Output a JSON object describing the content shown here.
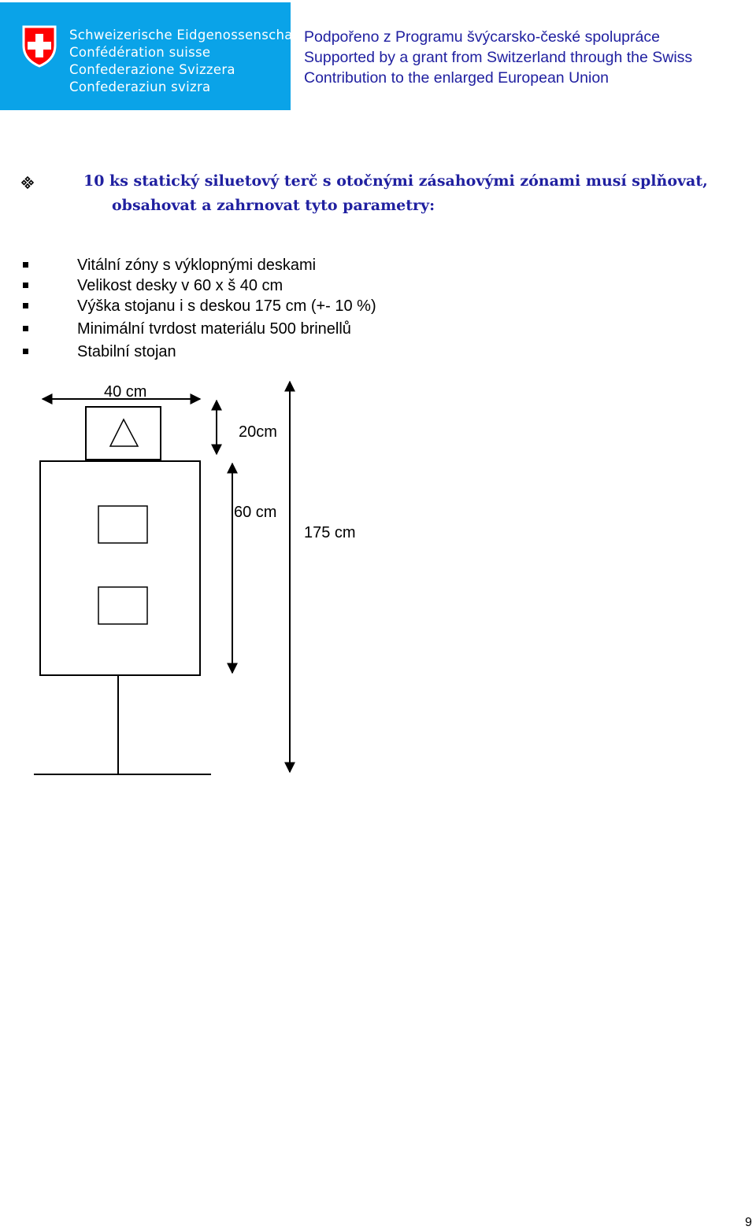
{
  "header": {
    "logo": {
      "icon": "swiss-cross-shield-icon",
      "brand_color": "#0aa3e8",
      "lines": [
        "Schweizerische Eidgenossenschaft",
        "Confédération suisse",
        "Confederazione Svizzera",
        "Confederaziun svizra"
      ]
    },
    "support_lines": [
      "Podpořeno z Programu švýcarsko-české spolupráce",
      "Supported by a grant from Switzerland through the Swiss",
      "Contribution to the enlarged European Union"
    ]
  },
  "section": {
    "bullet_icon": "diamond-bullet-icon",
    "heading_line1": "10 ks statický siluetový terč s otočnými zásahovými zónami musí splňovat,",
    "heading_line2": "obsahovat a zahrnovat tyto parametry:",
    "items": [
      "Vitální zóny s výklopnými deskami",
      "Velikost desky v 60 x š 40 cm",
      "Výška stojanu i s deskou 175 cm (+- 10 %)",
      "Minimální tvrdost materiálu 500 brinellů",
      "Stabilní stojan"
    ]
  },
  "diagram": {
    "width_label": "40 cm",
    "head_height_label": "20cm",
    "board_height_label": "60 cm",
    "total_height_label": "175 cm"
  },
  "footer": {
    "page_number": "9"
  }
}
